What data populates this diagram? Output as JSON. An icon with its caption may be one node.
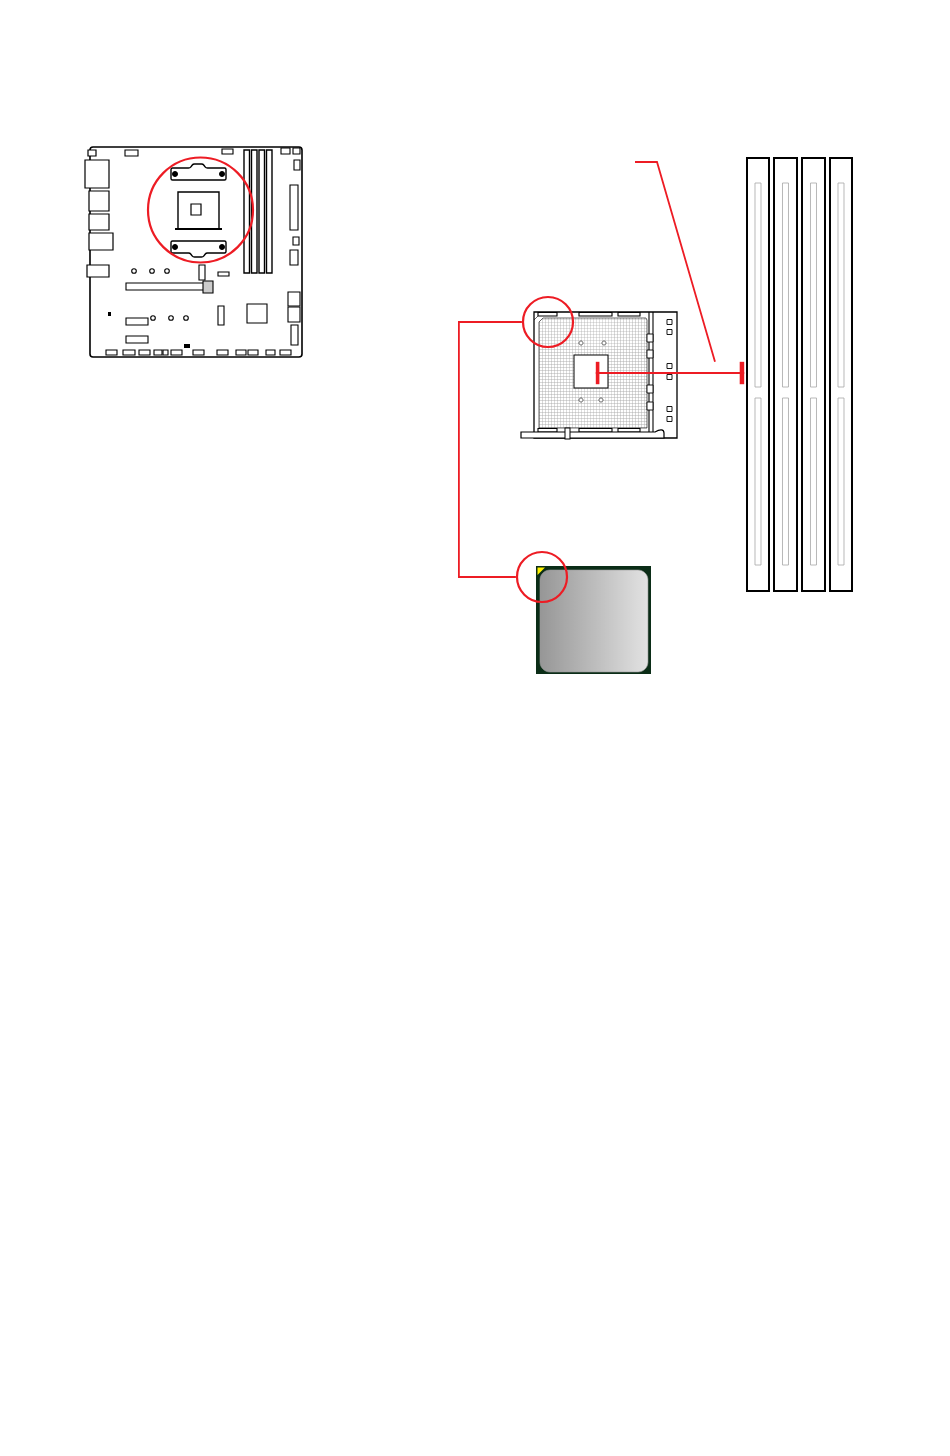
{
  "diagram": {
    "nodes": [
      {
        "text": [],
        "shape": "circle"
      },
      {
        "text": [],
        "shape": "circle"
      },
      {
        "text": [],
        "shape": "line"
      },
      {
        "text": [],
        "shape": "circle"
      }
    ],
    "edges": [
      {
        "from": 1,
        "to": 3,
        "arrow": "none"
      },
      {
        "from": null,
        "to": 2,
        "arrow": "none"
      }
    ]
  }
}
